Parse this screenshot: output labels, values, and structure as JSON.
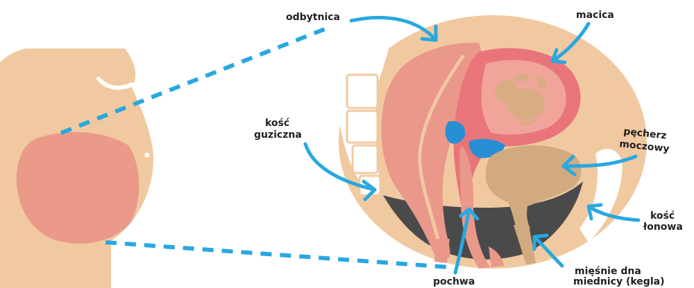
{
  "colors": {
    "skin": "#f1c9a0",
    "belly": "#eb9a8a",
    "tissue": "#e9988a",
    "uterus_wall": "#e9757b",
    "uterus_inner": "#f0a49a",
    "fetus": "#d9ad83",
    "bladder": "#d2aa7f",
    "pelvic_floor": "#4a4a4a",
    "fluid_blue": "#2a8ed2",
    "arrow": "#29a8e0"
  },
  "labels": {
    "rectum": "odbytnica",
    "uterus": "macica",
    "coccyx_line1": "kość",
    "coccyx_line2": "guziczna",
    "bladder_line1": "pęcherz",
    "bladder_line2": "moczowy",
    "pubic_line1": "kość",
    "pubic_line2": "łonowa",
    "vagina": "pochwa",
    "pelvic_floor_line1": "mięśnie dna",
    "pelvic_floor_line2": "miednicy (kegla)"
  },
  "icons": {
    "arrow": "curved-arrow-icon",
    "connector": "dashed-line-icon"
  }
}
